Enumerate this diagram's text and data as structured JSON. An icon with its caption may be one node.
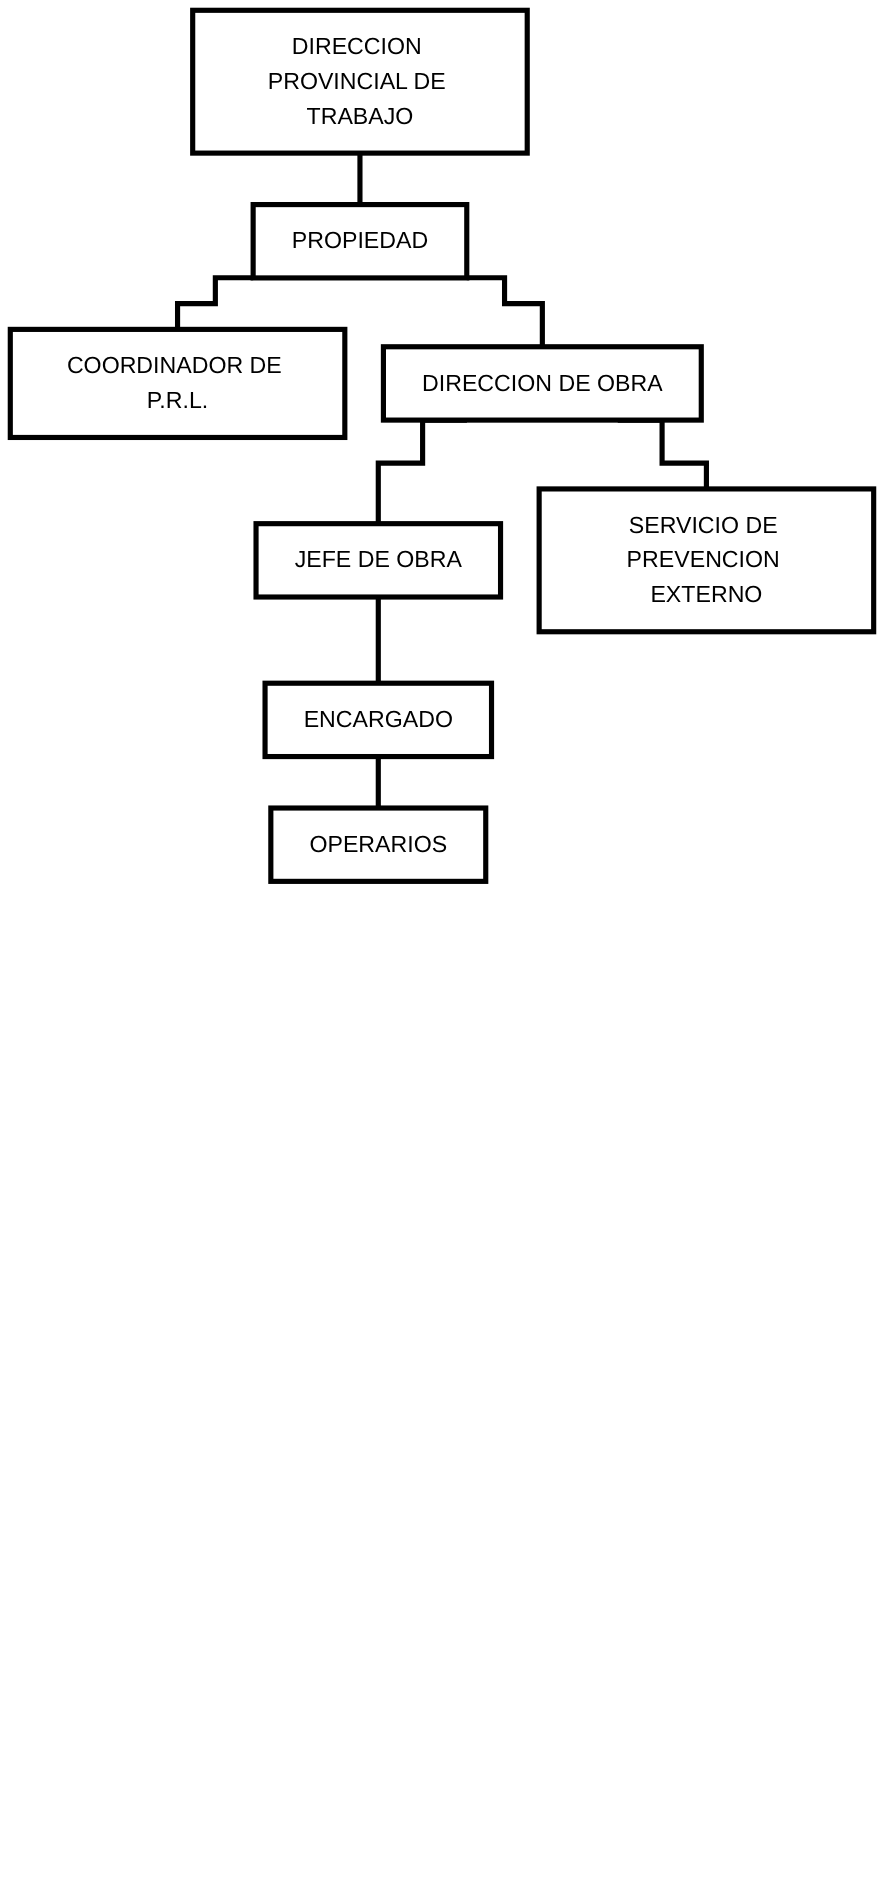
{
  "diagram": {
    "nodes": [
      {
        "text": [
          "DIRECCION PROVINCIAL DE TRABAJO"
        ]
      },
      {
        "text": [
          "PROPIEDAD"
        ]
      },
      {
        "text": [
          "COORDINADOR DE P.R.L."
        ]
      },
      {
        "text": [
          "DIRECCION DE OBRA"
        ]
      },
      {
        "text": [
          "JEFE DE OBRA"
        ]
      },
      {
        "text": [
          "SERVICIO DE PREVENCION EXTERNO"
        ]
      },
      {
        "text": [
          "ENCARGADO"
        ]
      },
      {
        "text": [
          "OPERARIOS"
        ]
      }
    ],
    "edges": [
      {
        "from": 0,
        "to": 1,
        "arrow": "none"
      },
      {
        "from": 1,
        "to": 2,
        "arrow": "none"
      },
      {
        "from": 1,
        "to": 3,
        "arrow": "none"
      },
      {
        "from": 3,
        "to": 4,
        "arrow": "none"
      },
      {
        "from": 3,
        "to": 5,
        "arrow": "none"
      },
      {
        "from": 4,
        "to": 6,
        "arrow": "none"
      },
      {
        "from": 6,
        "to": 7,
        "arrow": "none"
      }
    ]
  }
}
